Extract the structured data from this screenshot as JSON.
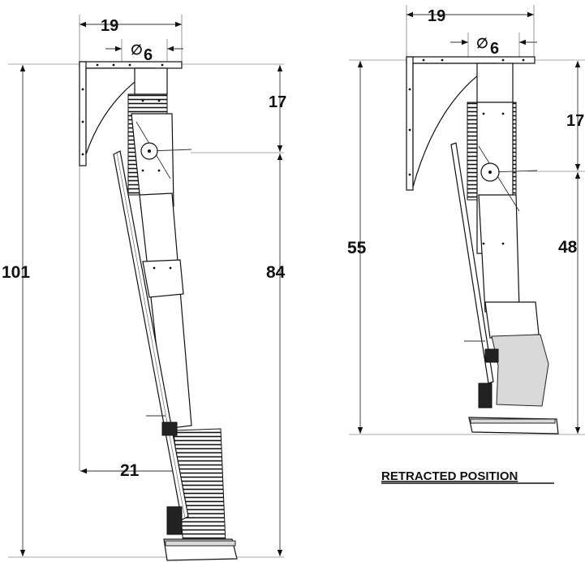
{
  "extended": {
    "width_label": "19",
    "diameter_symbol": "∅",
    "diameter_value": "6",
    "top_height_label": "17",
    "total_height_label": "101",
    "arm_length_label": "84",
    "reach_label": "21"
  },
  "retracted": {
    "width_label": "19",
    "diameter_symbol": "∅",
    "diameter_value": "6",
    "top_height_label": "17",
    "total_height_label": "55",
    "arm_length_label": "48",
    "caption": "RETRACTED POSITION"
  },
  "colors": {
    "line": "#333333",
    "part_fill": "#ffffff",
    "shade": "#d9d9d9",
    "dark": "#222222"
  }
}
